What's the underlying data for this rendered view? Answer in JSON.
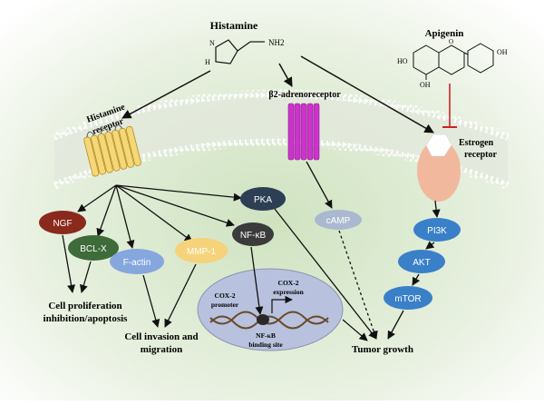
{
  "title": "Histamine",
  "histamine": {
    "nh2": "NH2",
    "n": "N",
    "hn": "H"
  },
  "apigenin": {
    "name": "Apigenin",
    "ho1": "HO",
    "oh1": "OH",
    "oh2": "OH",
    "o": "O"
  },
  "receptors": {
    "histamine": [
      "Histamine",
      "receptor"
    ],
    "beta2": "β2-adrenoreceptor",
    "estrogen": [
      "Estrogen",
      "receptor"
    ]
  },
  "nodes": {
    "ngf": "NGF",
    "bclx": "BCL-X",
    "factin": "F-actin",
    "mmp": "MMP-1",
    "pka": "PKA",
    "nfkb": "NF-κB",
    "camp": "cAMP",
    "pi3k": "PI3K",
    "akt": "AKT",
    "mtor": "mTOR"
  },
  "nucleus": {
    "promoter": [
      "COX-2",
      "promoter"
    ],
    "expression": [
      "COX-2",
      "expression"
    ],
    "binding": [
      "NF-κB",
      "binding site"
    ]
  },
  "outcomes": {
    "proliferation": [
      "Cell proliferation",
      "inhibition/apoptosis"
    ],
    "invasion": [
      "Cell invasion and",
      "migration"
    ],
    "tumor": "Tumor growth"
  },
  "colors": {
    "background_top": "#ffffff",
    "background_mid": "#cfe3c0",
    "membrane": "#e2e9dc",
    "histamine_receptor": "#f5d77a",
    "beta2_receptor": "#cc33cc",
    "estrogen_receptor": "#f2b89e",
    "ngf": "#8a2a1c",
    "bclx": "#3d6b3a",
    "factin": "#86a6de",
    "mmp": "#f6d27a",
    "pka": "#2d3f55",
    "nfkb": "#3b3b3b",
    "camp": "#aab9cf",
    "pi3k": "#3a80c8",
    "nucleus": "#b8c2de",
    "inhibit": "#cc2222"
  }
}
